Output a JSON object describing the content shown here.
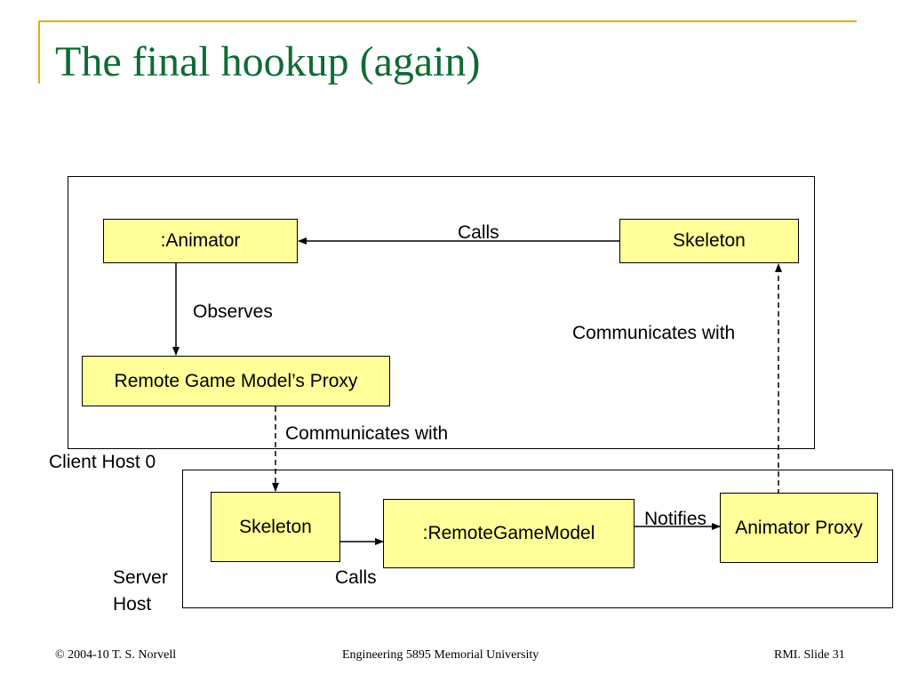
{
  "slide": {
    "title": "The final hookup (again)"
  },
  "colors": {
    "accent_frame": "#E1B000",
    "title_text": "#0F6B33",
    "node_fill": "#FFFF99"
  },
  "client_host": {
    "label": "Client Host 0",
    "nodes": {
      "animator": ":Animator",
      "skeleton": "Skeleton",
      "proxy": "Remote Game Model’s Proxy"
    },
    "edge_labels": {
      "calls": "Calls",
      "observes": "Observes",
      "communicates_right": "Communicates with"
    }
  },
  "between_hosts": {
    "communicates_label": "Communicates with"
  },
  "server_host": {
    "label_line1": "Server",
    "label_line2": "Host",
    "nodes": {
      "skeleton": "Skeleton",
      "remote_game_model": ":RemoteGameModel",
      "animator_proxy": "Animator Proxy"
    },
    "edge_labels": {
      "calls": "Calls",
      "notifies": "Notifies"
    }
  },
  "footer": {
    "copyright": "© 2004-10 T. S. Norvell",
    "course": "Engineering 5895 Memorial University",
    "slide_number": "RMI. Slide 31"
  }
}
